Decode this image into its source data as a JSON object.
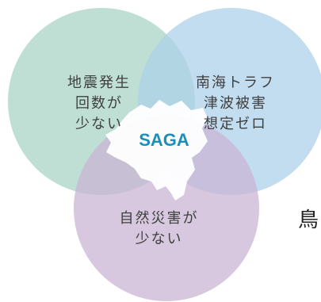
{
  "circles": [
    {
      "id": "left",
      "lines": [
        "地震発生",
        "回数が",
        "少ない"
      ],
      "color": "#a9d4c5"
    },
    {
      "id": "right",
      "lines": [
        "南海トラフ",
        "津波被害",
        "想定ゼロ"
      ],
      "color": "#aed2ea"
    },
    {
      "id": "bottom",
      "lines": [
        "自然災害が",
        "少ない"
      ],
      "color": "#c9b6d6"
    }
  ],
  "center": {
    "text": "SAGA",
    "color": "#1b8fb8",
    "map_color": "#ffffff"
  },
  "edge_text": "鳥"
}
